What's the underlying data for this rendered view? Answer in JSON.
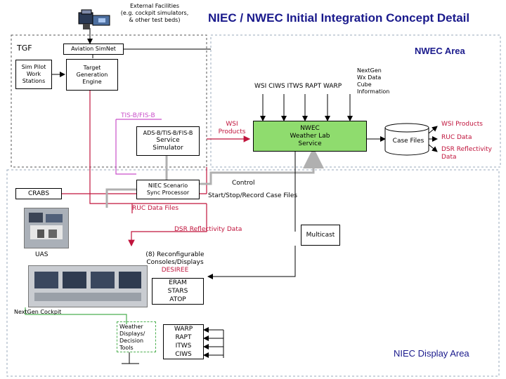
{
  "title": "NIEC / NWEC Initial Integration Concept Detail",
  "external": {
    "line1": "External Facilities",
    "line2": "(e.g. cockpit simulators,",
    "line3": "& other test beds)"
  },
  "tgf": "TGF",
  "aviation_simnet": "Aviation SimNet",
  "nwec_area": "NWEC Area",
  "sim_pilot": {
    "line1": "Sim Pilot",
    "line2": "Work",
    "line3": "Stations"
  },
  "target_gen": {
    "line1": "Target",
    "line2": "Generation",
    "line3": "Engine"
  },
  "wx_inputs": "WSI  CIWS ITWS RAPT  WARP",
  "nextgen_cube": {
    "line1": "NextGen",
    "line2": "Wx Data",
    "line3": "Cube",
    "line4": "Information"
  },
  "tisfisb_label": "TIS-B/FIS-B",
  "adsb": {
    "line1": "ADS-B/TIS-B/FIS-B",
    "line2": "Service",
    "line3": "Simulator"
  },
  "wsi_products_left": {
    "line1": "WSI",
    "line2": "Products"
  },
  "nwec_lab": {
    "line1": "NWEC",
    "line2": "Weather Lab",
    "line3": "Service"
  },
  "case_files": "Case Files",
  "right_outputs": {
    "wsi_products": "WSI Products",
    "ruc_data": "RUC Data",
    "dsr1": "DSR Reflectivity",
    "dsr2": "Data"
  },
  "crabs": "CRABS",
  "niec_scenario": {
    "line1": "NIEC Scenario",
    "line2": "Sync Processor"
  },
  "control": "Control",
  "start_stop": "Start/Stop/Record Case Files",
  "ruc_files": "RUC Data Files",
  "dsr_reflectivity": "DSR Reflectivity Data",
  "multicast": "Multicast",
  "uas": "UAS",
  "consoles": {
    "line1": "(8) Reconfigurable",
    "line2": "Consoles/Displays",
    "line3": "DESIREE"
  },
  "console_stack": [
    "ERAM",
    "STARS",
    "ATOP"
  ],
  "nextgen_cockpit": "NextGen Cockpit",
  "weather_displays": {
    "line1": "Weather",
    "line2": "Displays/",
    "line3": "Decision",
    "line4": "Tools"
  },
  "wx_stack": [
    "WARP",
    "RAPT",
    "ITWS",
    "CIWS"
  ],
  "niec_display_area": "NIEC Display Area",
  "colors": {
    "red_line": "#c0143c",
    "gray_line": "#b0b0b0",
    "green_box": "#8fdc6e",
    "title_blue": "#1a1a8c"
  }
}
